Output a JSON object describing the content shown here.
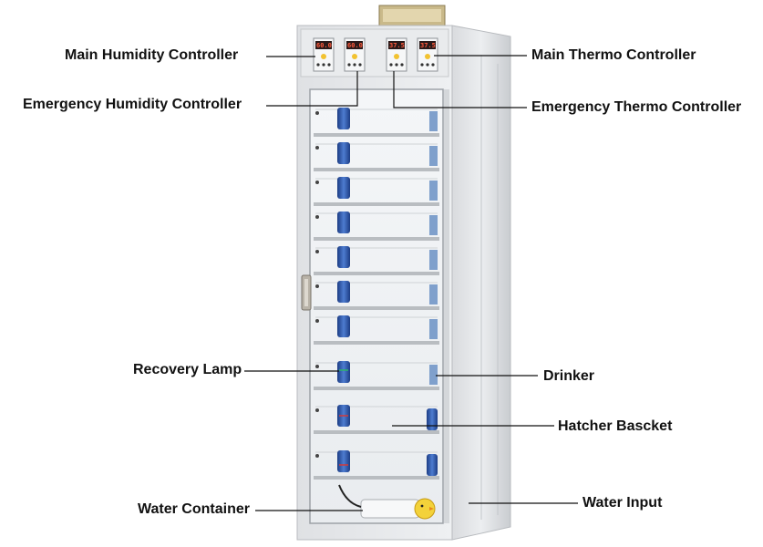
{
  "labels": {
    "main_humidity": "Main Humidity Controller",
    "emergency_humidity": "Emergency Humidity Controller",
    "main_thermo": "Main Thermo Controller",
    "emergency_thermo": "Emergency Thermo Controller",
    "recovery_lamp": "Recovery Lamp",
    "drinker": "Drinker",
    "hatcher_basket": "Hatcher Bascket",
    "water_container": "Water Container",
    "water_input": "Water Input"
  },
  "controllers": [
    {
      "name": "main-humidity",
      "display": "60.0"
    },
    {
      "name": "emergency-humidity",
      "display": "60.0"
    },
    {
      "name": "emergency-thermo",
      "display": "37.5"
    },
    {
      "name": "main-thermo",
      "display": "37.5"
    }
  ],
  "colors": {
    "cabinet": "#e4e6e8",
    "cabinet_shade": "#cfd2d5",
    "lamp_blue": "#2c55a8",
    "label_text": "#111111",
    "leader_line": "#111111"
  }
}
